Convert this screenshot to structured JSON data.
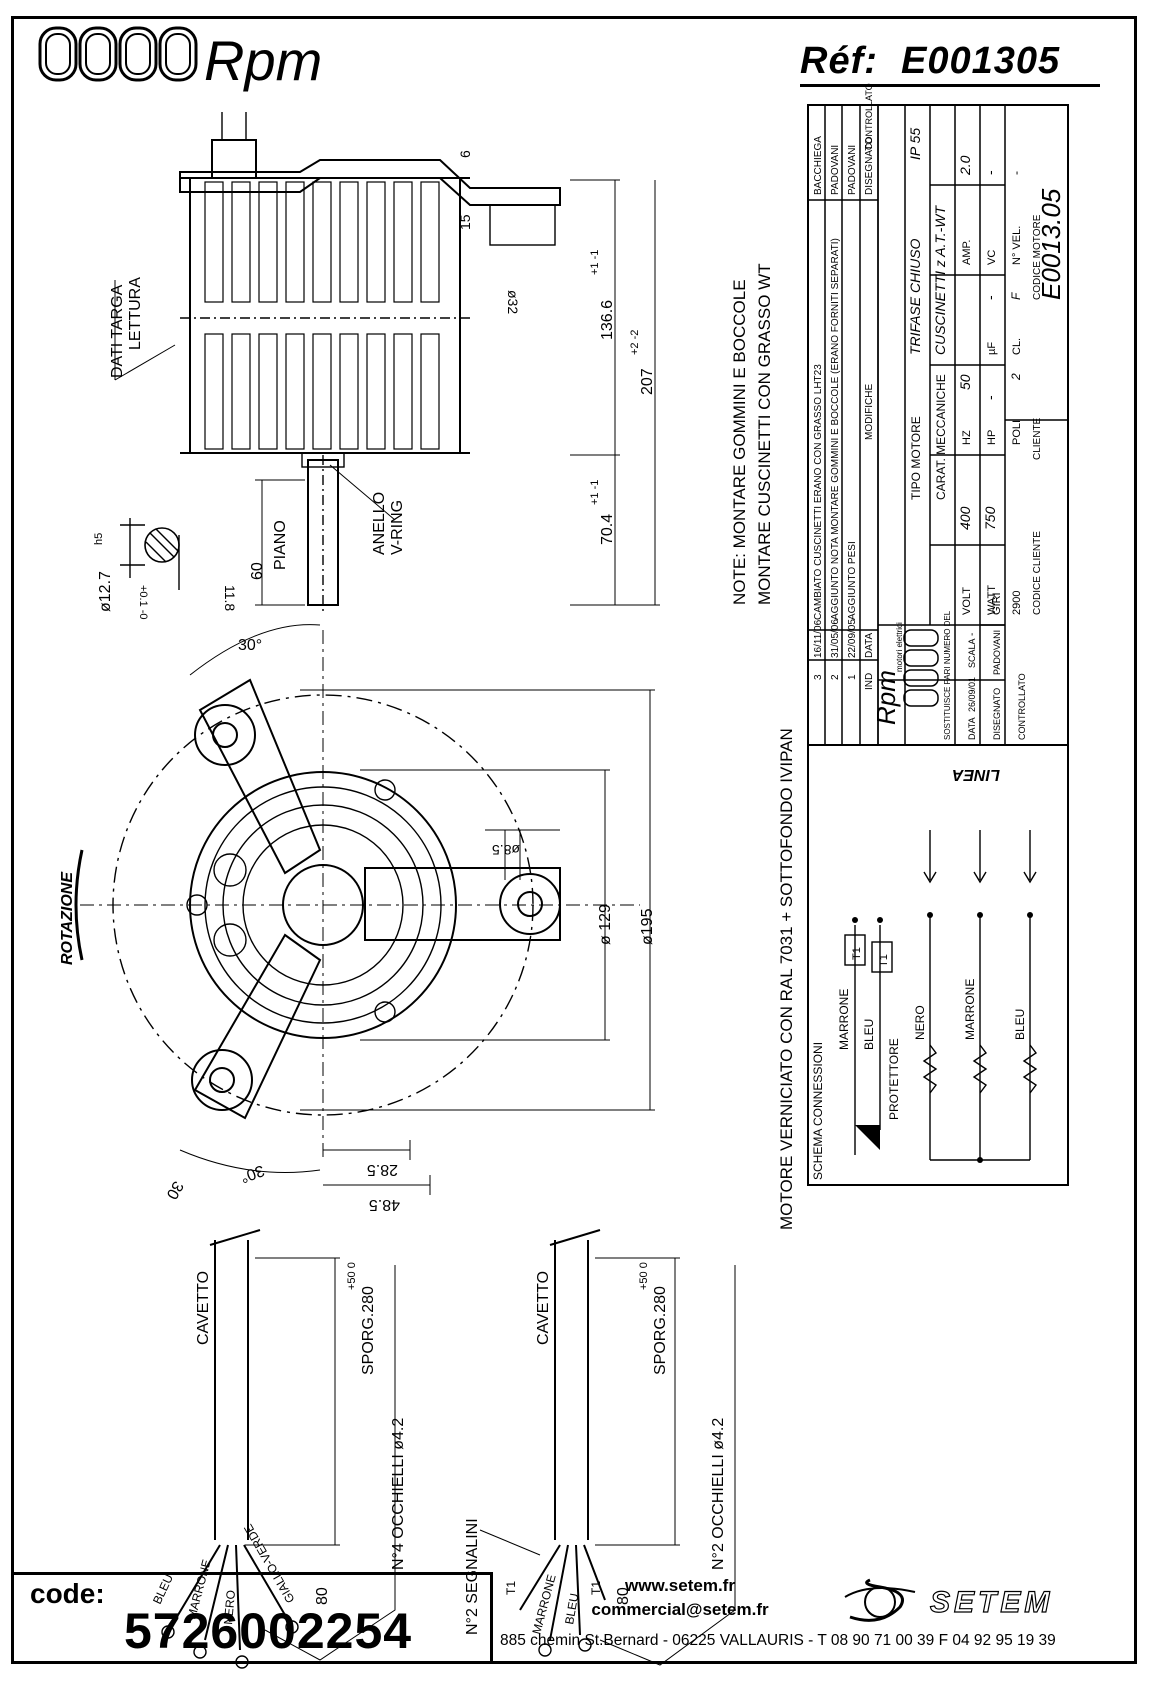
{
  "header": {
    "brand": "Rpm",
    "ref_label": "Réf:",
    "ref_value": "E001305"
  },
  "notes": {
    "note_1": "NOTE: MONTARE GOMMINI E BOCCOLE",
    "note_2": "MONTARE CUSCINETTI CON GRASSO WT",
    "paint": "MOTORE VERNICIATO CON RAL 7031 + SOTTOFONDO IVIPAN"
  },
  "side_view": {
    "dati_targa": "DATI TARGA",
    "lettura": "LETTURA",
    "anello": "ANELLO",
    "v_ring": "V-RING",
    "piano": "PIANO",
    "dim_60": "60",
    "dim_6": "6",
    "dim_15": "15",
    "dim_32": "ø32",
    "dim_136": "136.6",
    "dim_136_tol": "+1 -1",
    "dim_207": "207",
    "dim_207_tol": "+2 -2",
    "dim_70": "70.4",
    "dim_70_tol": "+1 -1",
    "shaft_dia": "ø12.7",
    "shaft_fit": "h5",
    "shaft_flat": "11.8",
    "shaft_flat_tol": "+0.1 -0"
  },
  "front_view": {
    "angle_1": "30°",
    "angle_2": "30°",
    "angle_3": "30",
    "rotazione": "ROTAZIONE",
    "hole": "ø8.5",
    "dia_129": "ø 129",
    "dia_195": "ø195",
    "dim_28": "28.5",
    "dim_48": "48.5"
  },
  "cable_1": {
    "cavetto": "CAVETTO",
    "sporg": "SPORG.280",
    "sporg_tol": "+50 0",
    "dim_80": "80",
    "occhielli": "N°4 OCCHIELLI ø4.2",
    "wires": [
      "BLEU",
      "MARRONE",
      "NERO",
      "GIALLO-VERDE"
    ]
  },
  "cable_2": {
    "cavetto": "CAVETTO",
    "sporg": "SPORG.280",
    "sporg_tol": "+50 0",
    "dim_80": "80",
    "occhielli": "N°2 OCCHIELLI ø4.2",
    "segnalini": "N°2 SEGNALINI",
    "wires": [
      "T1",
      "MARRONE",
      "BLEU",
      "T1"
    ]
  },
  "title_block": {
    "revisions": [
      {
        "ind": "3",
        "date": "16/11/06",
        "text": "CAMBIATO CUSCINETTI ERANO CON GRASSO LHT23",
        "by": "BACCHIEGA"
      },
      {
        "ind": "2",
        "date": "31/05/06",
        "text": "AGGIUNTO NOTA MONTARE GOMMINI E BOCCOLE (ERANO FORNITI SEPARATI)",
        "by": "PADOVANI"
      },
      {
        "ind": "1",
        "date": "22/09/05",
        "text": "AGGIUNTO PESI",
        "by": "PADOVANI"
      }
    ],
    "ind_label": "IND",
    "data_label": "DATA",
    "modifiche": "MODIFICHE",
    "disegnato": "DISEGNATO",
    "controllato": "CONTROLLATO",
    "company": "Rpm",
    "company_sub": "motori elettrici",
    "tipo_motore_label": "TIPO MOTORE",
    "tipo_motore": "TRIFASE CHIUSO",
    "ip": "IP 55",
    "carat_label": "CARAT. MECCANICHE",
    "carat": "CUSCINETTI z A.T.-WT",
    "volt_label": "VOLT",
    "volt": "400",
    "hz_label": "HZ",
    "hz": "50",
    "amp_label": "AMP.",
    "amp": "2.0",
    "watt_label": "WATT",
    "watt": "750",
    "hp_label": "HP",
    "hp": "-",
    "uf_label": "µF",
    "uf": "-",
    "vc_label": "VC",
    "vc": "-",
    "giri_label": "GIRI",
    "giri": "2900",
    "poli_label": "POLI",
    "poli": "2",
    "cl_label": "CL.",
    "cl": "F",
    "vel_label": "N° VEL.",
    "vel": "-",
    "sostituisce": "SOSTITUISCE PARI NUMERO DEL",
    "sostituisce_val": "-",
    "data_row_label": "DATA",
    "data_row": "26/09/01",
    "scala_label": "SCALA",
    "scala": "-",
    "disegnato_label": "DISEGNATO",
    "disegnato_val": "PADOVANI",
    "controllato_label": "CONTROLLATO",
    "cliente_label": "CLIENTE",
    "codice_cliente_label": "CODICE CLIENTE",
    "codice_motore_label": "CODICE MOTORE",
    "codice_motore": "E0013.05"
  },
  "schema": {
    "title": "SCHEMA CONNESSIONI",
    "marrone": "MARRONE",
    "bleu": "BLEU",
    "protettore": "PROTETTORE",
    "t1a": "T1",
    "t1b": "T1",
    "nero": "NERO",
    "marrone2": "MARRONE",
    "bleu2": "BLEU",
    "linea": "LINEA"
  },
  "footer": {
    "code_label": "code:",
    "code_value": "5726002254",
    "website": "www.setem.fr",
    "email": "commercial@setem.fr",
    "address": "885 chemin St.Bernard  -  06225 VALLAURIS  -  T 08 90 71 00 39   F 04 92 95 19 39",
    "setem_logo": "SETEM"
  },
  "icons": [
    "rpm-coil-logo",
    "setem-swoosh-logo"
  ]
}
